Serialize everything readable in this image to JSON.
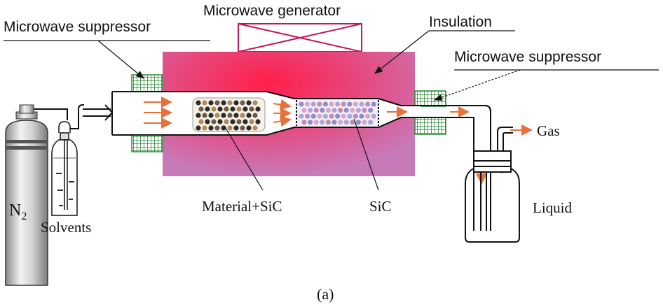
{
  "labels": {
    "microwave_generator": "Microwave generator",
    "microwave_suppressor_left": "Microwave suppressor",
    "microwave_suppressor_right": "Microwave suppressor",
    "insulation": "Insulation",
    "gas": "Gas",
    "liquid": "Liquid",
    "material_sic": "Material+SiC",
    "sic": "SiC",
    "n2_letter": "N",
    "n2_subscript": "2",
    "solvents": "Solvents",
    "figure_tag": "(a)"
  },
  "colors": {
    "furnace_outer": "#e2457a",
    "furnace_inner": "#f0a0c0",
    "furnace_hot": "#ff1f4a",
    "suppressor_mesh": "#2e8b3a",
    "arrow": "#e8703a",
    "line": "#111111"
  }
}
